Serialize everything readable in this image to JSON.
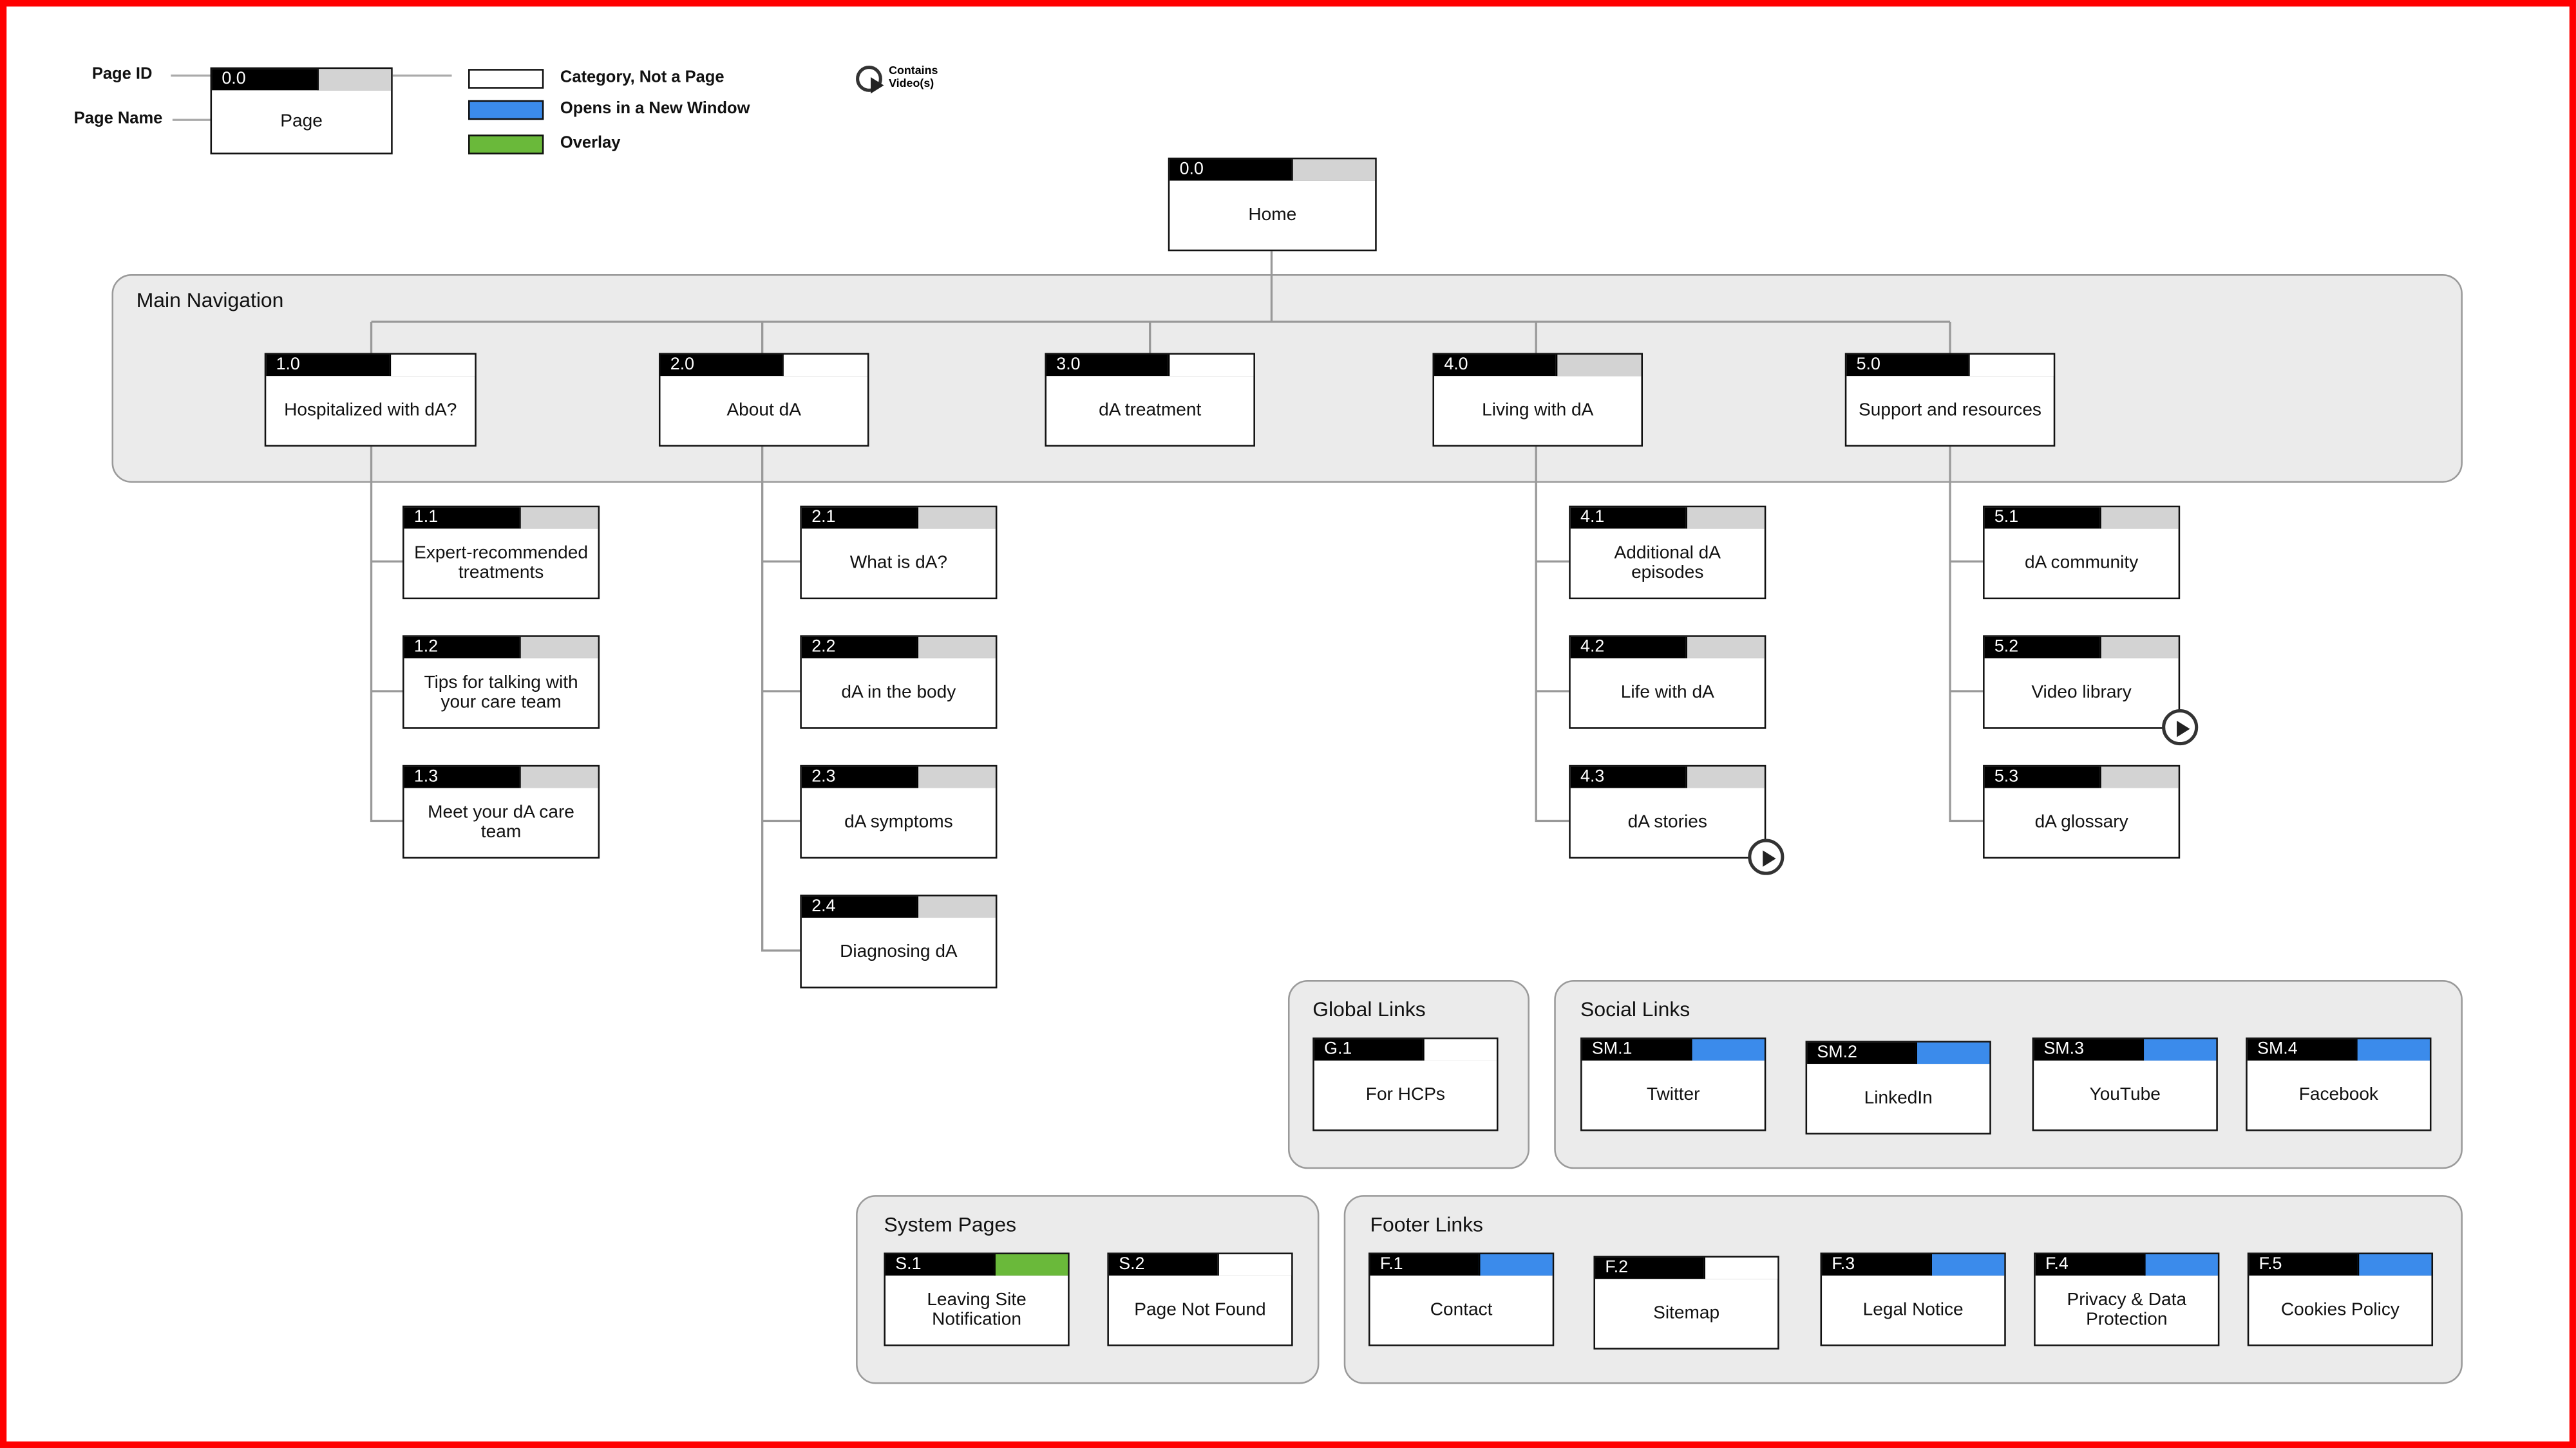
{
  "legend": {
    "page_id_label": "Page ID",
    "page_name_label": "Page Name",
    "sample_id": "0.0",
    "sample_name": "Page",
    "items": [
      {
        "label": "Category, Not a Page",
        "color": "#ffffff"
      },
      {
        "label": "Opens in a New Window",
        "color": "#3b8beb"
      },
      {
        "label": "Overlay",
        "color": "#6ab93a"
      }
    ],
    "video_label_1": "Contains",
    "video_label_2": "Video(s)"
  },
  "colors": {
    "page": "#d3d3d3",
    "category": "#ffffff",
    "new_window": "#3b8beb",
    "overlay": "#6ab93a",
    "panel": "#ebebeb",
    "border": "#ff0000"
  },
  "panels": {
    "main_navigation": "Main Navigation",
    "global_links": "Global Links",
    "social_links": "Social Links",
    "system_pages": "System Pages",
    "footer_links": "Footer Links"
  },
  "nodes": [
    {
      "id": "0.0",
      "name": "Home",
      "type": "page"
    },
    {
      "id": "1.0",
      "name": "Hospitalized with dA?",
      "type": "category"
    },
    {
      "id": "2.0",
      "name": "About dA",
      "type": "category"
    },
    {
      "id": "3.0",
      "name": "dA treatment",
      "type": "category"
    },
    {
      "id": "4.0",
      "name": "Living with dA",
      "type": "page"
    },
    {
      "id": "5.0",
      "name": "Support and resources",
      "type": "category"
    },
    {
      "id": "1.1",
      "name": "Expert-recommended treatments",
      "type": "page"
    },
    {
      "id": "1.2",
      "name": "Tips for talking with your care team",
      "type": "page"
    },
    {
      "id": "1.3",
      "name": "Meet your dA care team",
      "type": "page"
    },
    {
      "id": "2.1",
      "name": "What is dA?",
      "type": "page"
    },
    {
      "id": "2.2",
      "name": "dA in the body",
      "type": "page"
    },
    {
      "id": "2.3",
      "name": "dA symptoms",
      "type": "page"
    },
    {
      "id": "2.4",
      "name": "Diagnosing dA",
      "type": "page"
    },
    {
      "id": "4.1",
      "name": "Additional dA episodes",
      "type": "page"
    },
    {
      "id": "4.2",
      "name": "Life with dA",
      "type": "page"
    },
    {
      "id": "4.3",
      "name": "dA stories",
      "type": "page",
      "video": true
    },
    {
      "id": "5.1",
      "name": "dA community",
      "type": "page"
    },
    {
      "id": "5.2",
      "name": "Video library",
      "type": "page",
      "video": true
    },
    {
      "id": "5.3",
      "name": "dA glossary",
      "type": "page"
    },
    {
      "id": "G.1",
      "name": "For HCPs",
      "type": "category"
    },
    {
      "id": "SM.1",
      "name": "Twitter",
      "type": "new_window"
    },
    {
      "id": "SM.2",
      "name": "LinkedIn",
      "type": "new_window"
    },
    {
      "id": "SM.3",
      "name": "YouTube",
      "type": "new_window"
    },
    {
      "id": "SM.4",
      "name": "Facebook",
      "type": "new_window"
    },
    {
      "id": "S.1",
      "name": "Leaving Site Notification",
      "type": "overlay"
    },
    {
      "id": "S.2",
      "name": "Page Not Found",
      "type": "category"
    },
    {
      "id": "F.1",
      "name": "Contact",
      "type": "new_window"
    },
    {
      "id": "F.2",
      "name": "Sitemap",
      "type": "category"
    },
    {
      "id": "F.3",
      "name": "Legal Notice",
      "type": "new_window"
    },
    {
      "id": "F.4",
      "name": "Privacy & Data Protection",
      "type": "new_window"
    },
    {
      "id": "F.5",
      "name": "Cookies Policy",
      "type": "new_window"
    }
  ]
}
